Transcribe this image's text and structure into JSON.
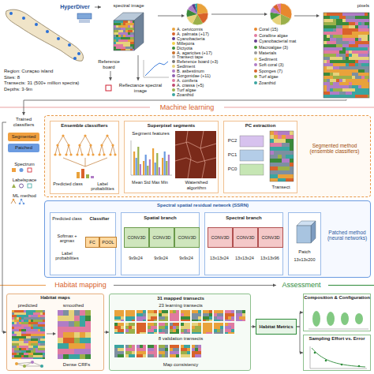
{
  "diagram": {
    "nodes": [
      {
        "text": [
          "HyperDiver"
        ]
      },
      {
        "text": [
          "Region: Curaçao island",
          "Sites: 8",
          "Transects: 31 (500+ million spectra)",
          "Depths: 3-9m"
        ]
      },
      {
        "text": [
          "spectral image"
        ]
      },
      {
        "text": [
          "Reference board"
        ]
      },
      {
        "text": [
          "Reflectance spectral image"
        ]
      },
      {
        "text": [
          "pixels"
        ]
      },
      {
        "text": [
          "Machine learning"
        ]
      },
      {
        "text": [
          "Trained classifiers"
        ]
      },
      {
        "text": [
          "Segmented"
        ]
      },
      {
        "text": [
          "Patched"
        ]
      },
      {
        "text": [
          "Segmented method (ensemble classifiers)"
        ]
      },
      {
        "text": [
          "Ensemble classifiers",
          "Predicted class",
          "Label probabilities"
        ],
        "in": 10
      },
      {
        "text": [
          "Superpixel segments",
          "Segment features",
          "Mean Std Max Min",
          "Watershed algorithm"
        ],
        "in": 10
      },
      {
        "text": [
          "PC extraction",
          "PC2",
          "PC1",
          "PC0",
          "Transect"
        ],
        "in": 10
      },
      {
        "text": [
          "Spectral spatial residual network (SSRN)",
          "Patched method (neural networks)"
        ]
      },
      {
        "text": [
          "Predicted class",
          "Softmax + argmax",
          "Label probabilities",
          "Classifier",
          "FC",
          "POOL"
        ],
        "in": 14
      },
      {
        "text": [
          "Spatial branch",
          "CONV3D",
          "CONV3D",
          "CONV3D",
          "9x9x24",
          "9x9x24",
          "9x9x24"
        ],
        "in": 14
      },
      {
        "text": [
          "Spectral branch",
          "CONV3D",
          "CONV3D",
          "CONV3D",
          "13x13x24",
          "13x13x24",
          "13x13x96"
        ],
        "in": 14
      },
      {
        "text": [
          "Patch",
          "13x13x200"
        ],
        "in": 14
      },
      {
        "text": [
          "Habitat mapping"
        ]
      },
      {
        "text": [
          "Assessment"
        ]
      },
      {
        "text": [
          "Habitat maps",
          "predicted",
          "smoothed",
          "Dense CRFs"
        ]
      },
      {
        "text": [
          "31 mapped transects",
          "23 learning transects",
          "8 validation transects",
          "Map consistency"
        ]
      },
      {
        "text": [
          "Habitat Metrics"
        ]
      },
      {
        "text": [
          "Composition & Configuration"
        ]
      },
      {
        "text": [
          "Sampling Effort vs. Error"
        ]
      }
    ],
    "edges": [
      {
        "from": 0,
        "to": 2,
        "arrow": "to"
      },
      {
        "from": 3,
        "to": 4,
        "arrow": "to"
      },
      {
        "from": 2,
        "to": 4,
        "arrow": "to"
      },
      {
        "from": 5,
        "to": 7,
        "arrow": "to"
      },
      {
        "from": 13,
        "to": 12,
        "arrow": "to"
      },
      {
        "from": 12,
        "to": 11,
        "arrow": "to"
      },
      {
        "from": 18,
        "to": 17,
        "arrow": "to"
      },
      {
        "from": 17,
        "to": 16,
        "arrow": "to"
      },
      {
        "from": 16,
        "to": 15,
        "arrow": "to"
      },
      {
        "from": 7,
        "to": 21,
        "arrow": "to"
      },
      {
        "from": 19,
        "to": 20,
        "arrow": "to"
      },
      {
        "from": 21,
        "to": 22,
        "arrow": "to"
      },
      {
        "from": 22,
        "to": 23,
        "arrow": "to"
      },
      {
        "from": 23,
        "to": 24,
        "arrow": "to"
      },
      {
        "from": 23,
        "to": 25,
        "arrow": "to"
      }
    ],
    "labels": [
      "Spectrum",
      "Labelspace",
      "ML method"
    ],
    "legend": [
      {
        "text": "A. cervicornis",
        "color": "#e9a23b"
      },
      {
        "text": "A. palmata (+17)",
        "color": "#d9622b"
      },
      {
        "text": "Cyanobacteria",
        "color": "#5b3a8f"
      },
      {
        "text": "Millepora",
        "color": "#f2d24b"
      },
      {
        "text": "Dictyota",
        "color": "#3b8a3a"
      },
      {
        "text": "A. agaricites (+17)",
        "color": "#c8702a"
      },
      {
        "text": "Transect tape",
        "color": "#bbbbbb"
      },
      {
        "text": "Reference board (+3)",
        "color": "#777777"
      },
      {
        "text": "Sediment",
        "color": "#e6d27a"
      },
      {
        "text": "B. asbestinum",
        "color": "#b07cc6"
      },
      {
        "text": "Gorgonidae (+11)",
        "color": "#8e5fb0"
      },
      {
        "text": "A. conifera",
        "color": "#e07aa0"
      },
      {
        "text": "A. crassa (+5)",
        "color": "#c04a70"
      },
      {
        "text": "Turf algae",
        "color": "#9bb04a"
      },
      {
        "text": "Zoanthid",
        "color": "#3aa5a0"
      },
      {
        "text": "Coral (15)",
        "color": "#e8882e"
      },
      {
        "text": "Coralline algae",
        "color": "#e07aa0"
      },
      {
        "text": "Cyanobacterial mat",
        "color": "#6a3d8f"
      },
      {
        "text": "Macroalgae (3)",
        "color": "#4a9a3a"
      },
      {
        "text": "Materials",
        "color": "#999999"
      },
      {
        "text": "Sediment",
        "color": "#e6d27a"
      },
      {
        "text": "Soft coral (3)",
        "color": "#b07cc6"
      },
      {
        "text": "Sponges (7)",
        "color": "#d9622b"
      },
      {
        "text": "Turf algae",
        "color": "#9bb04a"
      },
      {
        "text": "Zoanthid",
        "color": "#3aa5a0"
      }
    ]
  }
}
